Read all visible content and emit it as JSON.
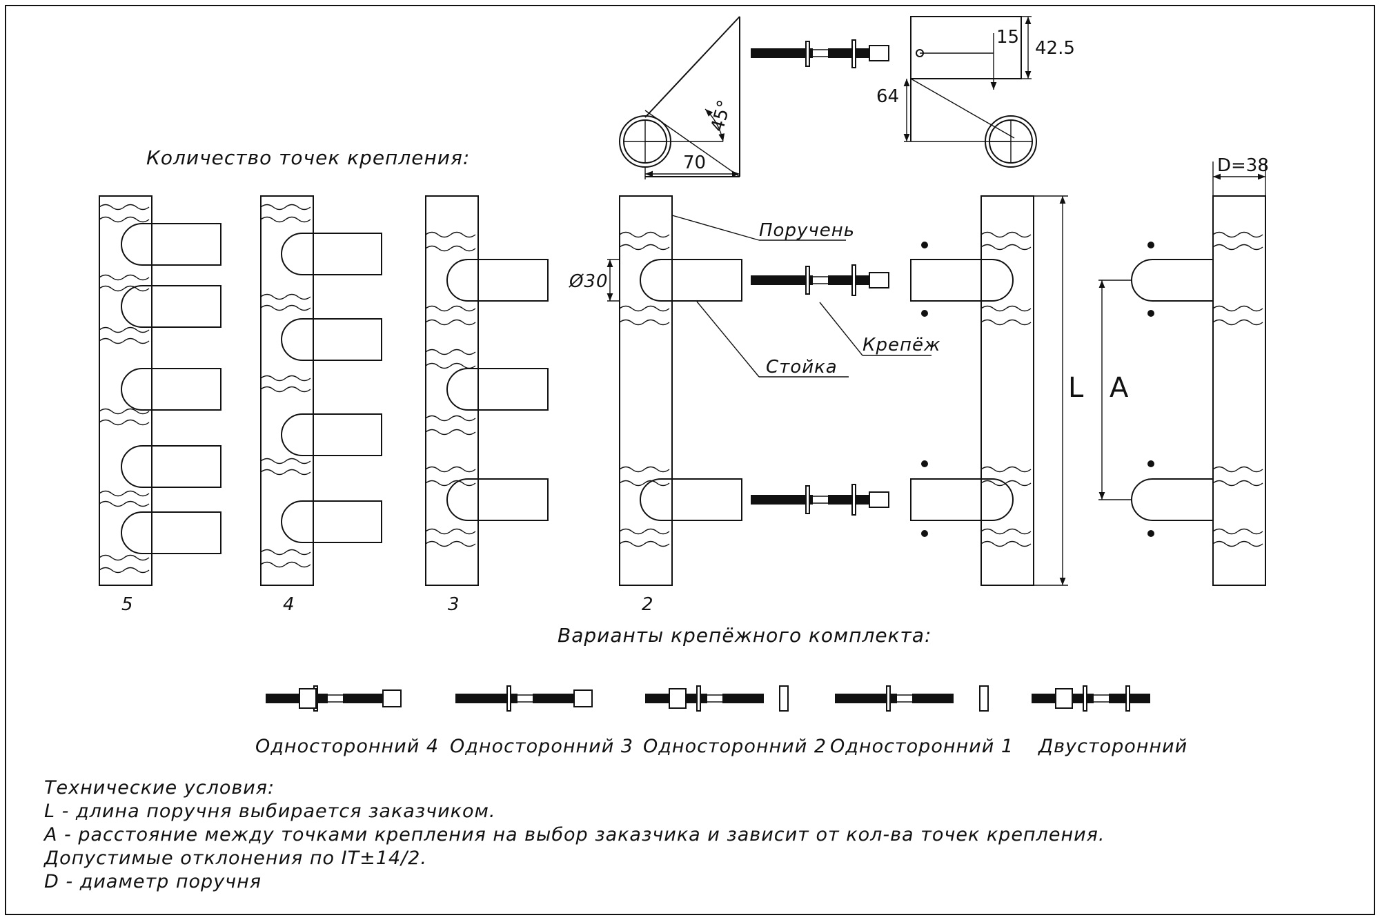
{
  "titles": {
    "mount_points": "Количество точек крепления:",
    "kit_variants": "Варианты крепёжного комплекта:"
  },
  "counts": [
    "5",
    "4",
    "3",
    "2"
  ],
  "labels": {
    "handrail": "Поручень",
    "fastener": "Крепёж",
    "post": "Стойка",
    "dia30": "Ø30",
    "L": "L",
    "A": "A",
    "D": "D=38"
  },
  "dims": {
    "angle": "45°",
    "d70": "70",
    "d15": "15",
    "d42": "42.5",
    "d64": "64"
  },
  "kits": [
    "Односторонний 4",
    "Односторонний 3",
    "Односторонний 2",
    "Односторонний 1",
    "Двусторонний"
  ],
  "notes": [
    "Технические условия:",
    "L - длина поручня выбирается заказчиком.",
    "A - расстояние между точками крепления на выбор заказчика и зависит от кол-ва точек крепления.",
    "Допустимые отклонения по IT±14/2.",
    "D - диаметр поручня"
  ]
}
